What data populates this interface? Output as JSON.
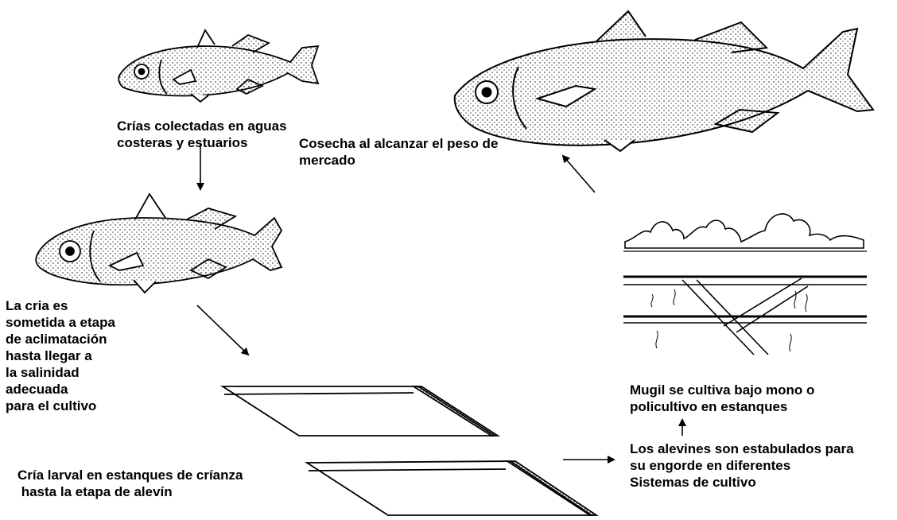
{
  "labels": {
    "crias_colectadas": "Crías colectadas en aguas\ncosteras y estuarios",
    "cosecha": "Cosecha al alcanzar el peso de\nmercado",
    "aclimatacion": "La cria es\nsometida a etapa\nde aclimatación\nhasta llegar a\nla salinidad\nadecuada\npara el cultivo",
    "cria_larval": "Cría larval en estanques de críanza\n hasta la etapa de alevín",
    "mugil_cultivo": "Mugil se cultiva bajo mono o\npolicultivo en estanques",
    "alevines": "Los alevines son estabulados para\nsu engorde en diferentes\nSistemas de cultivo"
  },
  "colors": {
    "ink": "#000000",
    "paper": "#ffffff",
    "pond_edge": "#555555"
  },
  "icons": [
    "fry-fish-icon",
    "juvenile-fish-icon",
    "adult-mullet-icon",
    "nursery-pond-icon",
    "culture-ponds-landscape-icon"
  ]
}
